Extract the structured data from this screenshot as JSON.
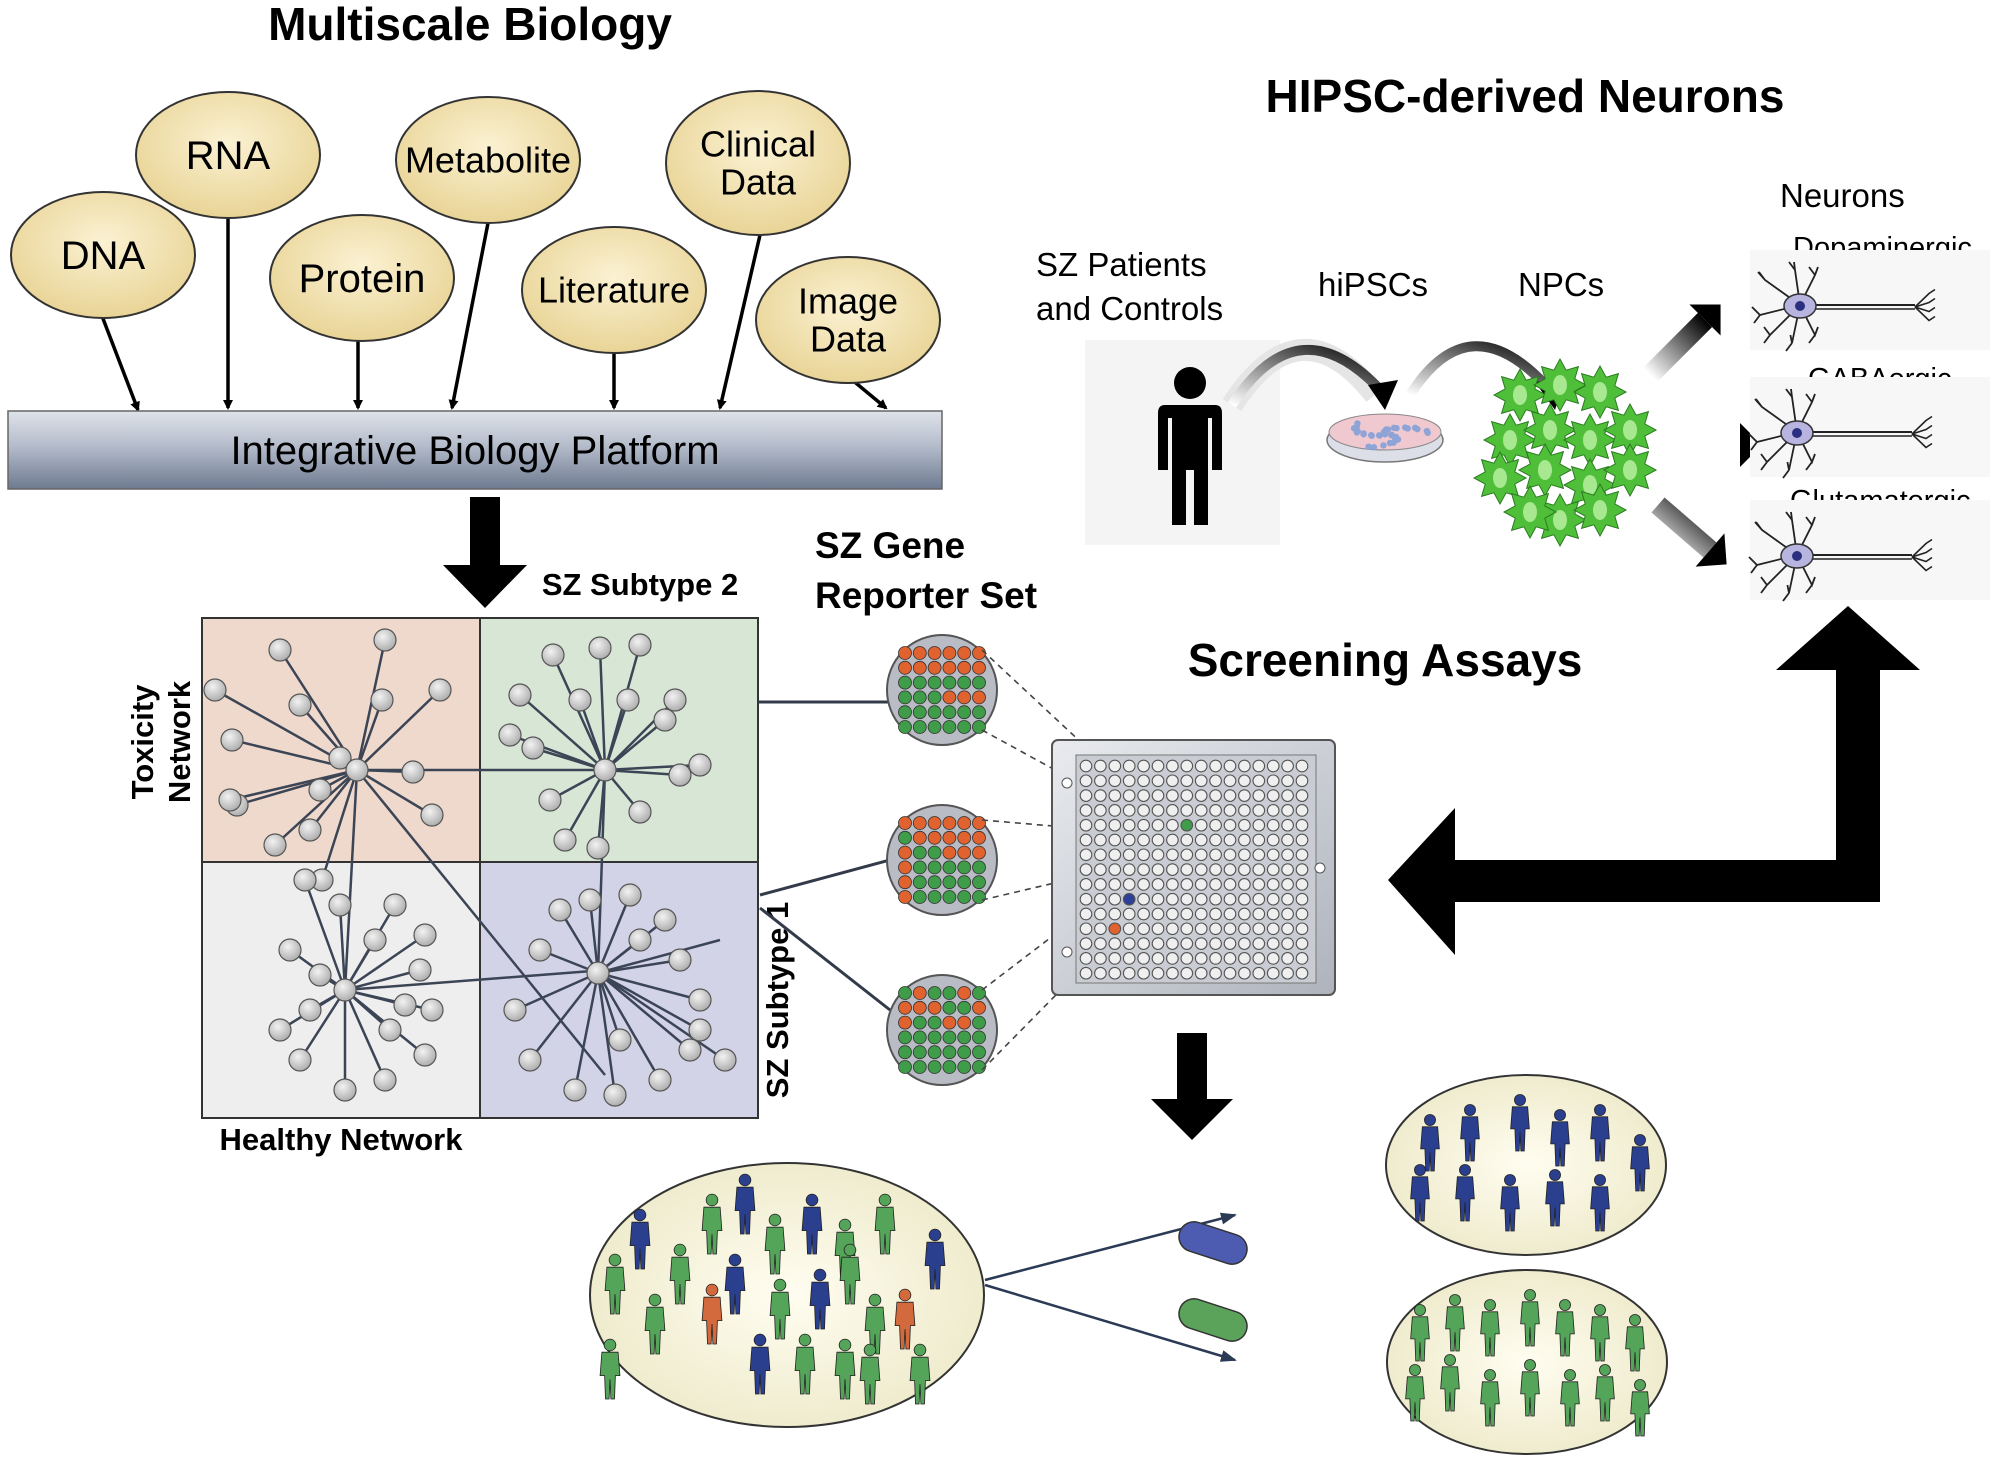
{
  "multiscale": {
    "title": "Multiscale Biology",
    "ovals": [
      {
        "key": "dna",
        "lines": [
          "DNA"
        ]
      },
      {
        "key": "rna",
        "lines": [
          "RNA"
        ]
      },
      {
        "key": "protein",
        "lines": [
          "Protein"
        ]
      },
      {
        "key": "metabolite",
        "lines": [
          "Metabolite"
        ]
      },
      {
        "key": "literature",
        "lines": [
          "Literature"
        ]
      },
      {
        "key": "clinical",
        "lines": [
          "Clinical",
          "Data"
        ]
      },
      {
        "key": "image",
        "lines": [
          "Image",
          "Data"
        ]
      }
    ],
    "platform_label": "Integrative Biology Platform"
  },
  "network": {
    "subtype2": "SZ Subtype 2",
    "subtype1": "SZ Subtype 1",
    "toxicity_line1": "Toxicity",
    "toxicity_line2": "Network",
    "healthy": "Healthy Network",
    "quadrant_colors": {
      "toxicity": "#efd9cc",
      "subtype2": "#d8e6d6",
      "healthy": "#eeeeee",
      "subtype1": "#d3d3e8"
    }
  },
  "reporter": {
    "title_line1": "SZ Gene",
    "title_line2": "Reporter Set",
    "colors": {
      "red": "#e0622e",
      "green": "#3f9c48",
      "blue": "#2d3f9a"
    }
  },
  "screening": {
    "title": "Screening Assays"
  },
  "hipsc": {
    "title": "HIPSC-derived Neurons",
    "patients_line1": "SZ Patients",
    "patients_line2": "and Controls",
    "hipscs": "hiPSCs",
    "npcs": "NPCs",
    "neurons": "Neurons",
    "types": [
      "Dopaminergic",
      "GABAergic",
      "Glutamatergic"
    ]
  },
  "populations": {
    "colors": {
      "blue": "#2b3f8f",
      "green": "#54a45a",
      "orange": "#d26a3d",
      "pill_blue": "#4d5bb0",
      "pill_green": "#5ba35a"
    }
  }
}
